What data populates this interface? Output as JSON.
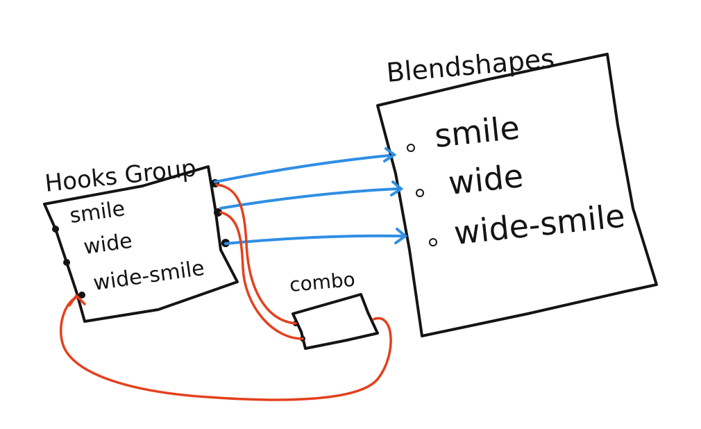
{
  "hooks_group": {
    "title": "Hooks Group",
    "items": [
      "smile",
      "wide",
      "wide-smile"
    ]
  },
  "blendshapes": {
    "title": "Blendshapes",
    "items": [
      "smile",
      "wide",
      "wide-smile"
    ]
  },
  "combo": {
    "label": "combo"
  },
  "colors": {
    "ink": "#141414",
    "connection_blue": "#2f8fe3",
    "connection_red": "#e4401d"
  }
}
